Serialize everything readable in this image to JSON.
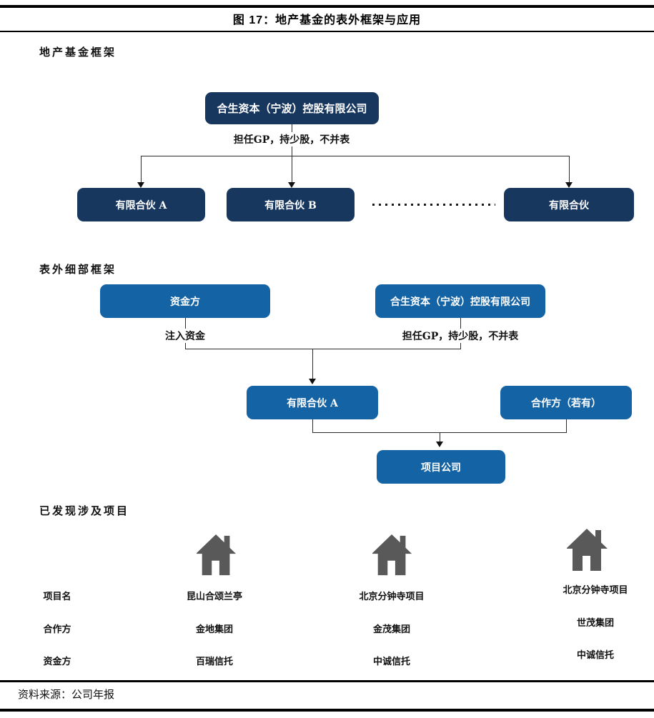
{
  "figure": {
    "title": "图 17：地产基金的表外框架与应用",
    "source": "资料来源：公司年报"
  },
  "section1": {
    "heading": "地产基金框架",
    "top_box": "合生资本（宁波）控股有限公司",
    "edge_label": "担任GP，持少股，不并表",
    "boxes": [
      {
        "label": "有限合伙 A"
      },
      {
        "label": "有限合伙 B"
      },
      {
        "label": "有限合伙"
      }
    ]
  },
  "section2": {
    "heading": "表外细部框架",
    "funder_box": "资金方",
    "gp_box": "合生资本（宁波）控股有限公司",
    "inject_label": "注入资金",
    "gp_label": "担任GP，持少股，不并表",
    "lp_box": "有限合伙 A",
    "partner_box": "合作方（若有）",
    "project_box": "项目公司"
  },
  "section3": {
    "heading": "已发现涉及项目",
    "row_labels": [
      "项目名",
      "合作方",
      "资金方"
    ],
    "projects": [
      {
        "name": "昆山合颂兰亭",
        "partner": "金地集团",
        "funder": "百瑞信托"
      },
      {
        "name": "北京分钟寺项目",
        "partner": "金茂集团",
        "funder": "中诚信托"
      },
      {
        "name": "北京分钟寺项目",
        "partner": "世茂集团",
        "funder": "中诚信托"
      }
    ]
  },
  "colors": {
    "dark_navy": "#17375E",
    "medium_blue": "#1463A5",
    "house_gray": "#595959"
  }
}
